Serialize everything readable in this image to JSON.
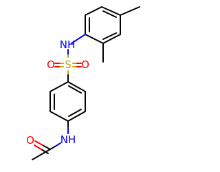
{
  "colors": {
    "carbon_bond": "#000000",
    "nitrogen": "#0000ff",
    "oxygen": "#ff0000",
    "sulfur": "#c8a200",
    "background": "#ffffff"
  },
  "atoms": {
    "nh_top": "NH",
    "sulfur": "S",
    "oxygen_left": "O",
    "oxygen_right": "O",
    "nh_bottom": "NH",
    "carbonyl_oxygen": "O"
  }
}
